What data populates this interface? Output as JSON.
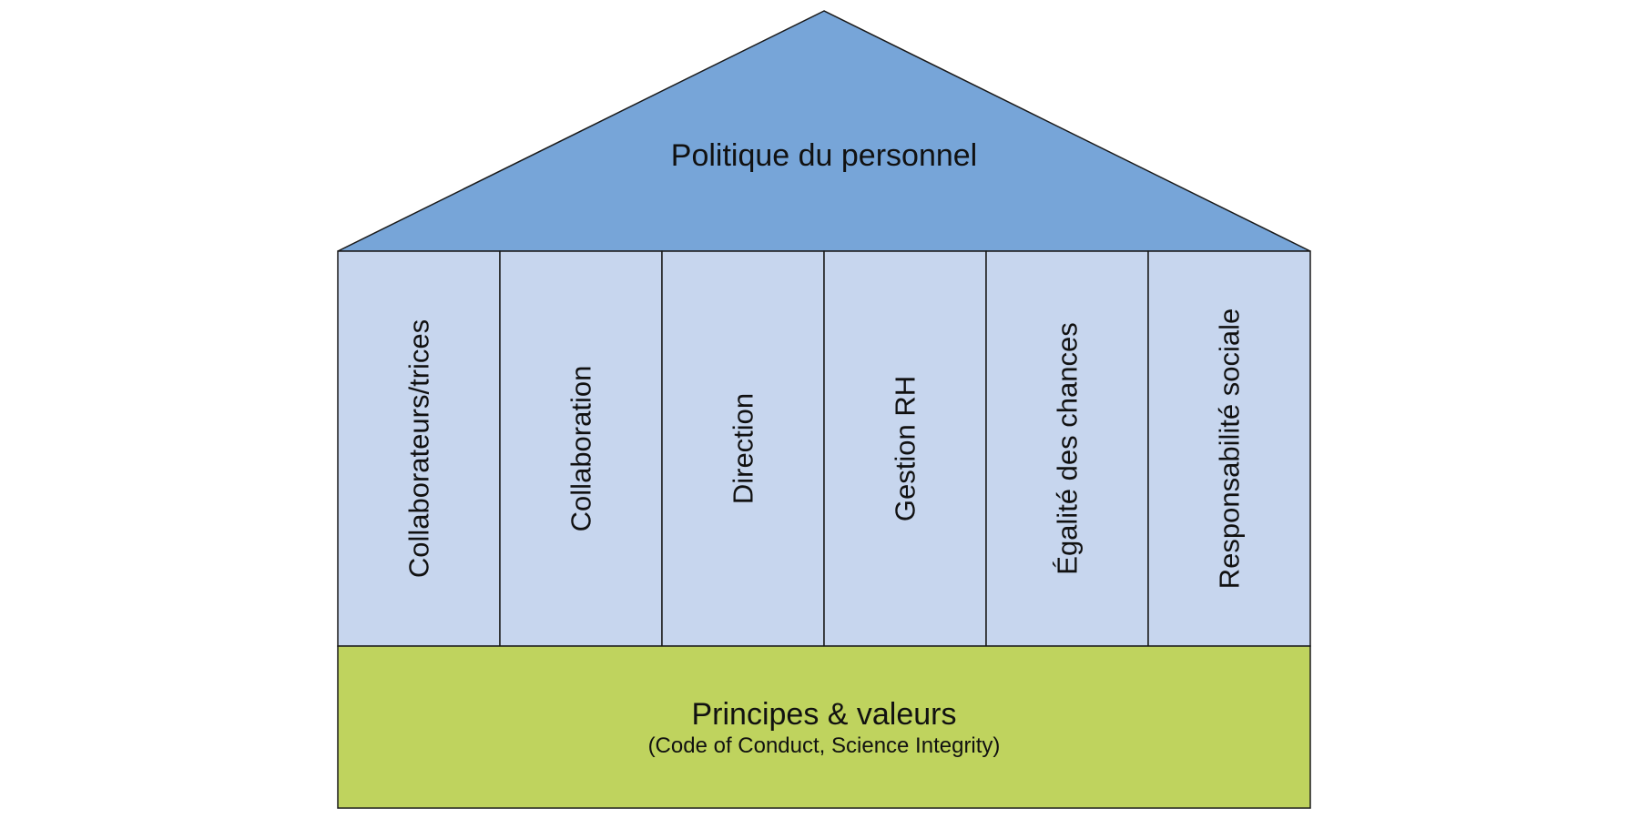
{
  "colors": {
    "roof": "#77a5d8",
    "pillar": "#c7d6ee",
    "base": "#bfd35e",
    "stroke": "#1a1a1a"
  },
  "roof": {
    "title": "Politique du personnel"
  },
  "pillars": [
    {
      "label": "Collaborateurs/trices"
    },
    {
      "label": "Collaboration"
    },
    {
      "label": "Direction"
    },
    {
      "label": "Gestion RH"
    },
    {
      "label": "Égalité des chances"
    },
    {
      "label": "Responsabilité sociale"
    }
  ],
  "base": {
    "title": "Principes & valeurs",
    "subtitle": "(Code of Conduct, Science Integrity)"
  }
}
